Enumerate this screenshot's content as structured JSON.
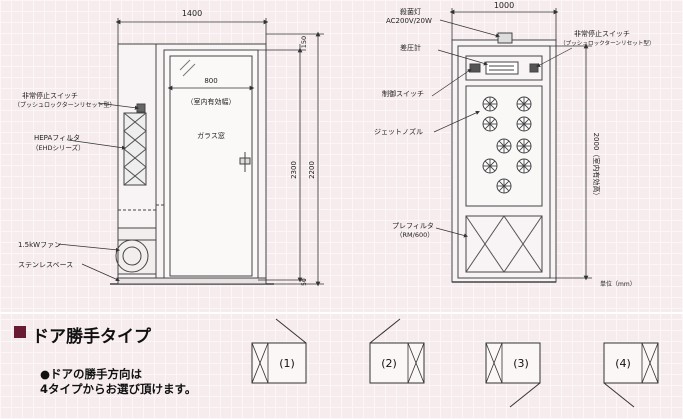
{
  "left_view": {
    "dims": {
      "width_total": "1400",
      "door_width": "800",
      "door_note": "（室内有効幅）",
      "top_offset": "150",
      "height_2300": "2300",
      "height_2200": "2200",
      "bottom_offset": "50"
    },
    "door_glass": "ガラス窓",
    "labels": {
      "emergency_switch_line1": "非常停止スイッチ",
      "emergency_switch_line2": "（プッシュロックターンリセット型）",
      "hepa_line1": "HEPAフィルタ",
      "hepa_line2": "（EHDシリーズ）",
      "fan": "1.5kWファン",
      "stainless_base": "ステンレスベース"
    }
  },
  "right_view": {
    "dims": {
      "width_total": "1000",
      "height_2000": "2000（室内有効高）"
    },
    "labels": {
      "sterilizer_line1": "殺菌灯",
      "sterilizer_line2": "AC200V/20W",
      "emergency_switch_line1": "非常停止スイッチ",
      "emergency_switch_line2": "（プッシュロックターンリセット型）",
      "pressure_gauge": "差圧計",
      "control_switch": "制御スイッチ",
      "jet_nozzle": "ジェットノズル",
      "prefilter_line1": "プレフィルタ",
      "prefilter_line2": "（RM/600）"
    },
    "unit_note": "単位（mm）"
  },
  "section": {
    "title": "ドア勝手タイプ",
    "note_line1": "●ドアの勝手方向は",
    "note_line2": "4タイプからお選び頂けます。"
  },
  "door_types": [
    {
      "label": "(1)",
      "swing": "up-right",
      "hinge": "left"
    },
    {
      "label": "(2)",
      "swing": "up-left",
      "hinge": "right"
    },
    {
      "label": "(3)",
      "swing": "down-right",
      "hinge": "left"
    },
    {
      "label": "(4)",
      "swing": "down-left",
      "hinge": "right"
    }
  ],
  "colors": {
    "accent": "#6b1a33",
    "line": "#444444"
  }
}
